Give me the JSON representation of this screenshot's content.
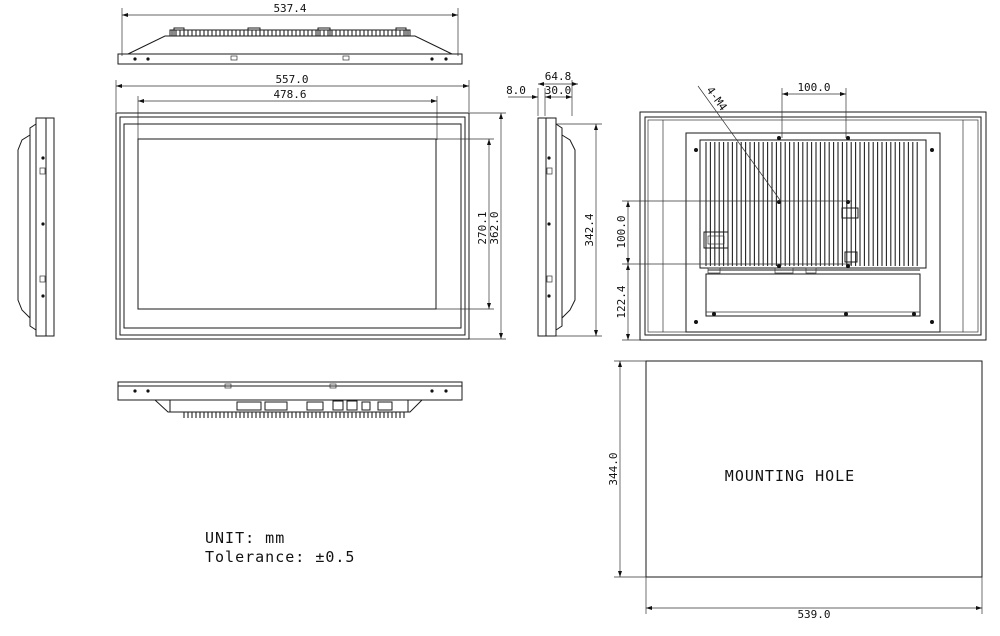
{
  "dimensions": {
    "top_width": "537.4",
    "front_outer_width": "557.0",
    "front_screen_width": "478.6",
    "front_screen_height": "270.1",
    "front_outer_height": "362.0",
    "side_depth_total": "64.8",
    "side_bezel": "8.0",
    "side_offset": "30.0",
    "side_height": "342.4",
    "rear_hole_spacing_h": "100.0",
    "rear_hole_spacing_v": "100.0",
    "rear_bottom_offset": "122.4",
    "mount_screw": "4-M4",
    "cutout_height": "344.0",
    "cutout_width": "539.0"
  },
  "labels": {
    "mounting_hole": "MOUNTING HOLE",
    "unit": "UNIT: mm",
    "tolerance": "Tolerance: ±0.5"
  }
}
